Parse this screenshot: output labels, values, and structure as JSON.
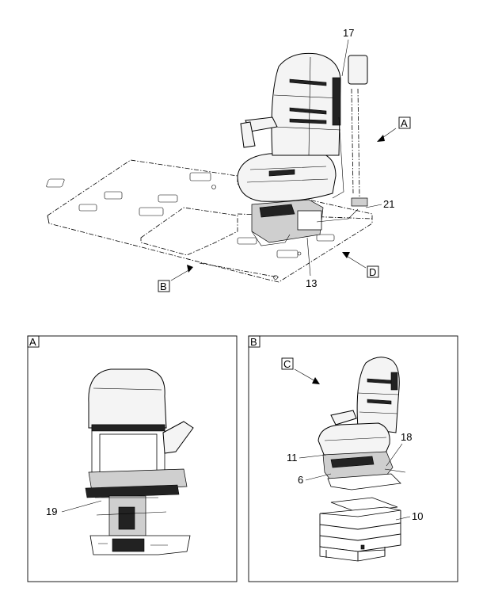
{
  "callouts": {
    "c17": "17",
    "c21": "21",
    "c13": "13",
    "c19": "19",
    "c11": "11",
    "c6": "6",
    "c18": "18",
    "c10": "10"
  },
  "view_labels": {
    "A_top": "A",
    "B_top": "B",
    "D_top": "D",
    "panel_A": "A",
    "panel_B": "B",
    "C_in_B": "C"
  },
  "footer": {
    "left": "",
    "right": ""
  },
  "colors": {
    "line": "#000000",
    "seat_fill": "#f4f4f4",
    "background": "#ffffff"
  }
}
